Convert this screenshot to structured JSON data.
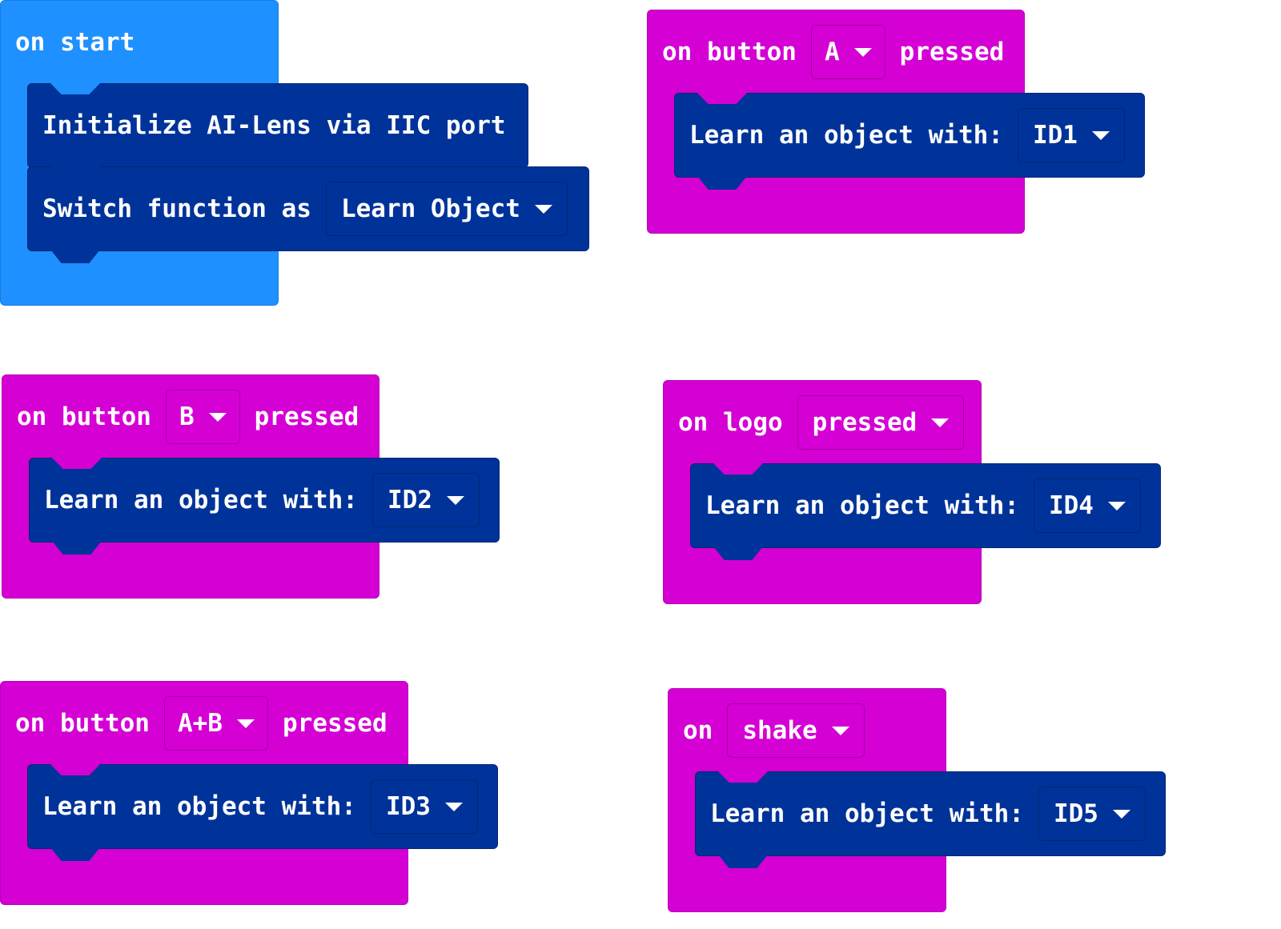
{
  "on_start": {
    "label": "on start",
    "blocks": {
      "init": {
        "label": "Initialize AI-Lens via IIC port"
      },
      "switch": {
        "label": "Switch function as",
        "value": "Learn Object"
      }
    }
  },
  "button_a": {
    "label_on": "on button",
    "button": "A",
    "label_pressed": "pressed",
    "learn": {
      "label": "Learn an object with:",
      "value": "ID1"
    }
  },
  "button_b": {
    "label_on": "on button",
    "button": "B",
    "label_pressed": "pressed",
    "learn": {
      "label": "Learn an object with:",
      "value": "ID2"
    }
  },
  "logo": {
    "label_on": "on logo",
    "event": "pressed",
    "learn": {
      "label": "Learn an object with:",
      "value": "ID4"
    }
  },
  "button_ab": {
    "label_on": "on button",
    "button": "A+B",
    "label_pressed": "pressed",
    "learn": {
      "label": "Learn an object with:",
      "value": "ID3"
    }
  },
  "shake": {
    "label_on": "on",
    "gesture": "shake",
    "learn": {
      "label": "Learn an object with:",
      "value": "ID5"
    }
  },
  "colors": {
    "basic_blue": "#1e90ff",
    "input_magenta": "#d400d4",
    "ai_lens_navy": "#003399",
    "text": "#ffffff"
  }
}
